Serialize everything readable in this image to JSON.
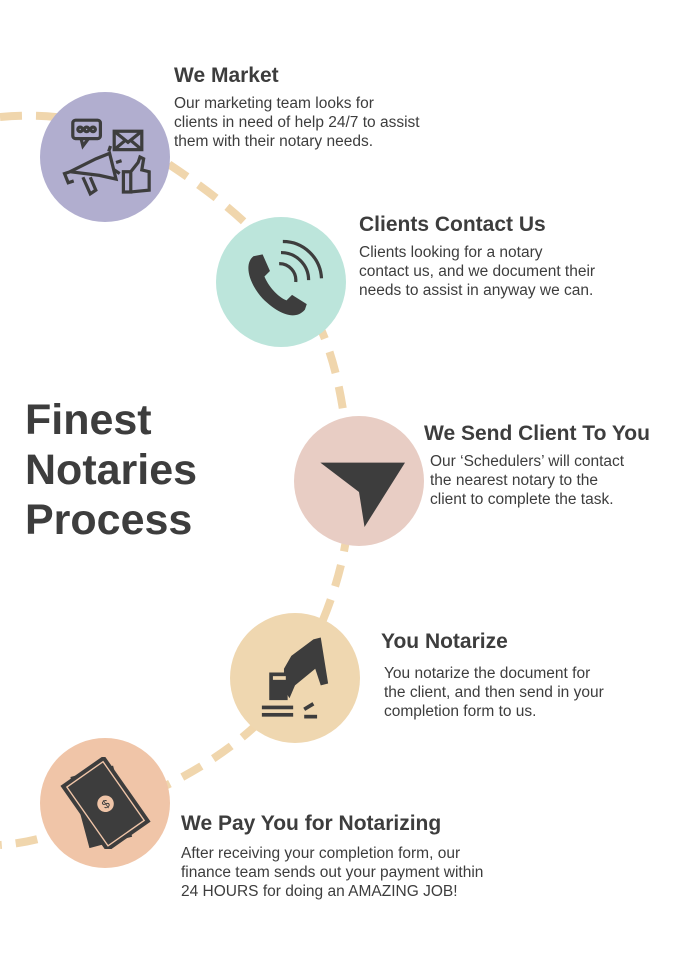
{
  "title_lines": [
    "Finest",
    "Notaries",
    "Process"
  ],
  "colors": {
    "path": "#f0d6ad",
    "text": "#3d3d3d",
    "market": "#b1aecf",
    "contact": "#bce5db",
    "send": "#e8cdc4",
    "notarize": "#efd7b0",
    "pay": "#f0c5a8"
  },
  "steps": [
    {
      "heading": "We Market",
      "lines": [
        "Our marketing team looks for",
        "clients in need of help 24/7 to assist",
        "them with their notary needs."
      ],
      "icon": "megaphone-icon"
    },
    {
      "heading": "Clients Contact Us",
      "lines": [
        "Clients looking for a notary",
        "contact us, and we document their",
        "needs to assist in anyway we can."
      ],
      "icon": "phone-icon"
    },
    {
      "heading": "We Send Client To You",
      "lines": [
        "Our ‘Schedulers’ will contact",
        "the nearest notary to the",
        "client to complete the task."
      ],
      "icon": "send-icon"
    },
    {
      "heading": "You Notarize",
      "lines": [
        "You notarize the document for",
        "the client, and then send in your",
        "completion form to us."
      ],
      "icon": "stamp-icon"
    },
    {
      "heading": "We Pay You for Notarizing",
      "lines": [
        "After receiving your completion form, our",
        "finance team sends out your payment within",
        "24 HOURS for doing an AMAZING JOB!"
      ],
      "icon": "money-icon"
    }
  ]
}
